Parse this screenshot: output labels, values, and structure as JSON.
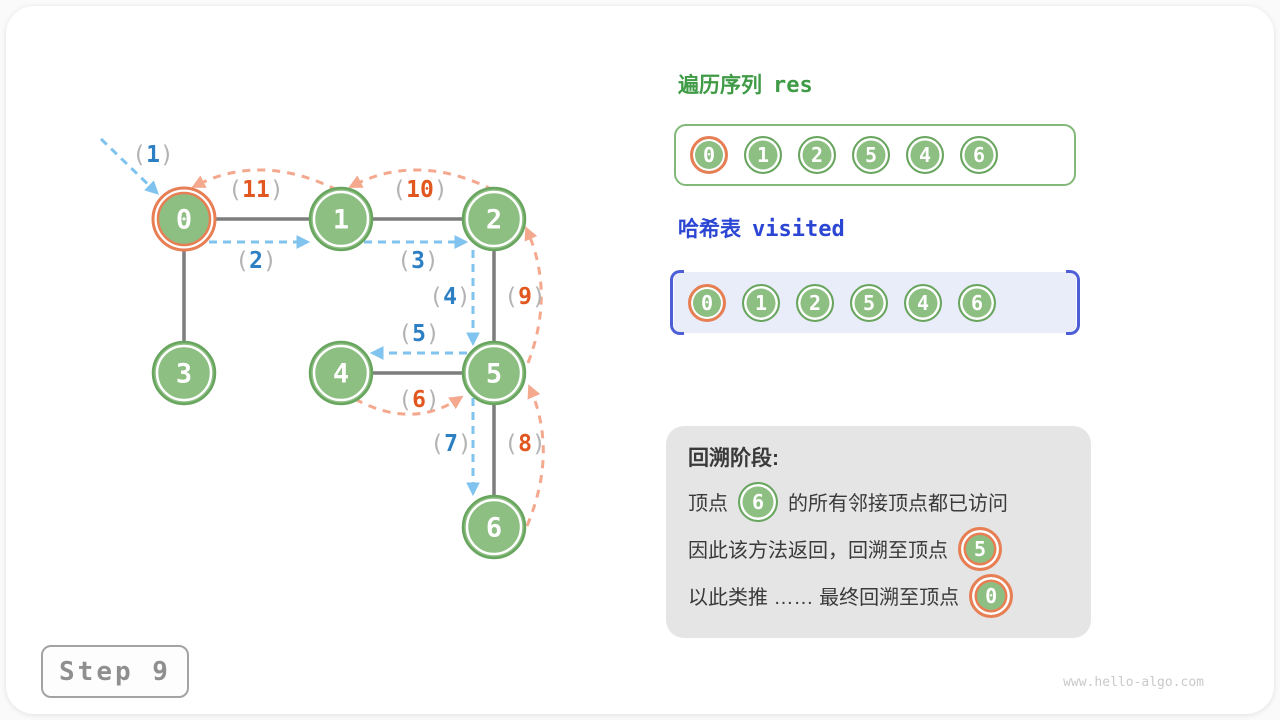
{
  "punct": {
    "open": "(",
    "close": ")"
  },
  "colors": {
    "node_green_fill": "#8dbe82",
    "node_green_stroke": "#68a55e",
    "node_ring_white": "#ffffff",
    "highlight_orange": "#e87e54",
    "edge_gray": "#7d7d7d",
    "traverse_blue": "#7fc3ee",
    "backtrack_orange": "#f4a88e",
    "step_num_blue": "#2d7fc3",
    "step_num_orange": "#e2571f",
    "paren_gray": "#b3b3b3",
    "res_green": "#3f9b46",
    "res_border_green": "#82b878",
    "visited_blue": "#2c46d4",
    "visited_bg": "#e9ecf9",
    "visited_bracket": "#4c5fd6",
    "note_bg": "#e5e5e5",
    "note_text": "#3a3a3a",
    "badge_gray": "#8f8f8f",
    "watermark_gray": "#c9c9c9"
  },
  "graph": {
    "nodes": [
      {
        "label": "0",
        "highlighted": true
      },
      {
        "label": "1",
        "highlighted": false
      },
      {
        "label": "2",
        "highlighted": false
      },
      {
        "label": "3",
        "highlighted": false
      },
      {
        "label": "4",
        "highlighted": false
      },
      {
        "label": "5",
        "highlighted": false
      },
      {
        "label": "6",
        "highlighted": false
      }
    ],
    "edges": [
      "0-1",
      "1-2",
      "0-3",
      "4-5",
      "2-5",
      "5-6"
    ],
    "steps": [
      {
        "num": "1",
        "kind": "traverse",
        "fill": "#2d7fc3"
      },
      {
        "num": "2",
        "kind": "traverse",
        "fill": "#2d7fc3"
      },
      {
        "num": "3",
        "kind": "traverse",
        "fill": "#2d7fc3"
      },
      {
        "num": "4",
        "kind": "traverse",
        "fill": "#2d7fc3"
      },
      {
        "num": "5",
        "kind": "traverse",
        "fill": "#2d7fc3"
      },
      {
        "num": "6",
        "kind": "backtrack",
        "fill": "#e2571f"
      },
      {
        "num": "7",
        "kind": "traverse",
        "fill": "#2d7fc3"
      },
      {
        "num": "8",
        "kind": "backtrack",
        "fill": "#e2571f"
      },
      {
        "num": "9",
        "kind": "backtrack",
        "fill": "#e2571f"
      },
      {
        "num": "10",
        "kind": "backtrack",
        "fill": "#e2571f"
      },
      {
        "num": "11",
        "kind": "backtrack",
        "fill": "#e2571f"
      }
    ]
  },
  "res_panel": {
    "title_cjk": "遍历序列",
    "title_code": "res",
    "items": [
      {
        "label": "0",
        "highlighted": true
      },
      {
        "label": "1",
        "highlighted": false
      },
      {
        "label": "2",
        "highlighted": false
      },
      {
        "label": "5",
        "highlighted": false
      },
      {
        "label": "4",
        "highlighted": false
      },
      {
        "label": "6",
        "highlighted": false
      }
    ]
  },
  "visited_panel": {
    "title_cjk": "哈希表",
    "title_code": "visited",
    "items": [
      {
        "label": "0",
        "highlighted": true
      },
      {
        "label": "1",
        "highlighted": false
      },
      {
        "label": "2",
        "highlighted": false
      },
      {
        "label": "5",
        "highlighted": false
      },
      {
        "label": "4",
        "highlighted": false
      },
      {
        "label": "6",
        "highlighted": false
      }
    ]
  },
  "note_panel": {
    "title": "回溯阶段:",
    "rows": [
      {
        "pre": "顶点",
        "node": "6",
        "node_highlighted": false,
        "post": "的所有邻接顶点都已访问"
      },
      {
        "pre": "因此该方法返回，回溯至顶点",
        "node": "5",
        "node_highlighted": true,
        "post": ""
      },
      {
        "pre": "以此类推 …… 最终回溯至顶点",
        "node": "0",
        "node_highlighted": true,
        "post": ""
      }
    ]
  },
  "step_badge": {
    "label": "Step 9"
  },
  "footer": {
    "watermark": "www.hello-algo.com"
  }
}
